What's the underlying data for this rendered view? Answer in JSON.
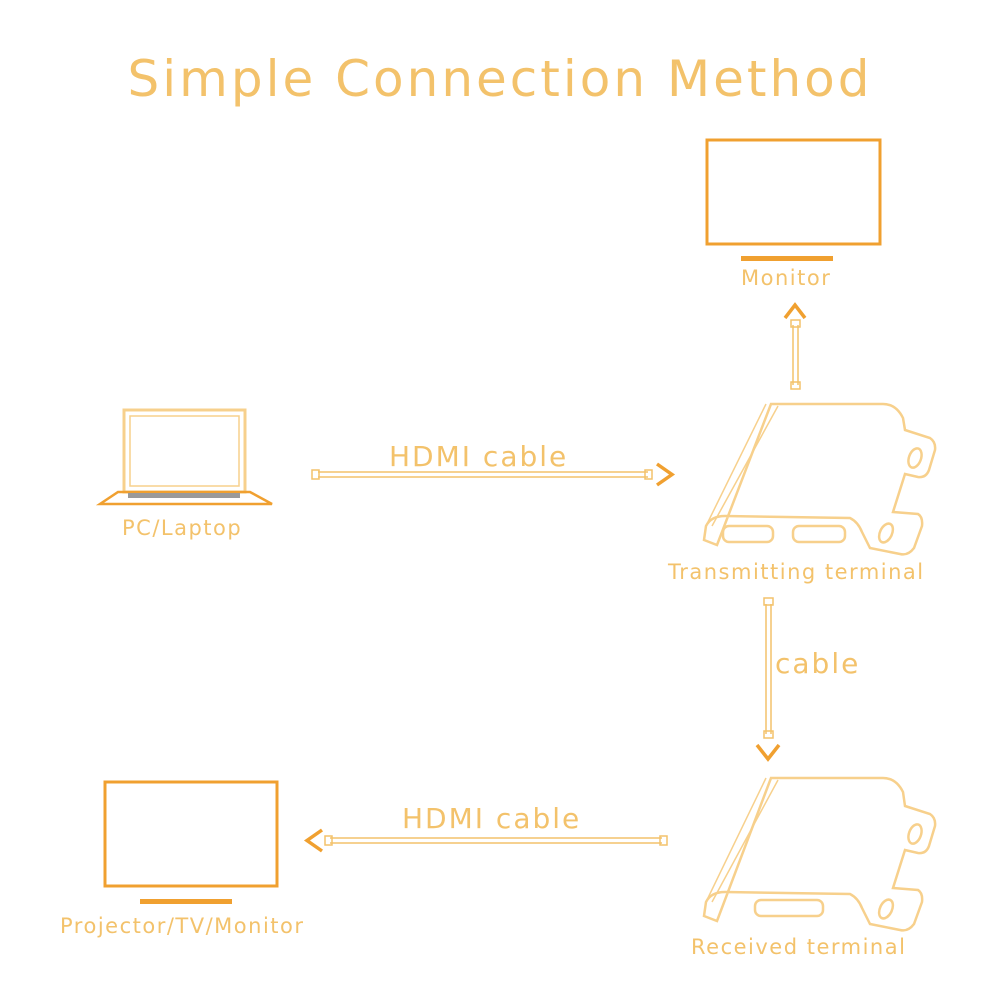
{
  "title": "Simple Connection Method",
  "colors": {
    "accent": "#f3c26b",
    "outline": "#f7d08c",
    "dark": "#f0a030"
  },
  "devices": {
    "monitor": "Monitor",
    "pc": "PC/Laptop",
    "transmitter": "Transmitting terminal",
    "receiver": "Received terminal",
    "projector": "Projector/TV/Monitor"
  },
  "cables": {
    "hdmi_top": "HDMI cable",
    "middle": "cable",
    "hdmi_bottom": "HDMI cable"
  }
}
